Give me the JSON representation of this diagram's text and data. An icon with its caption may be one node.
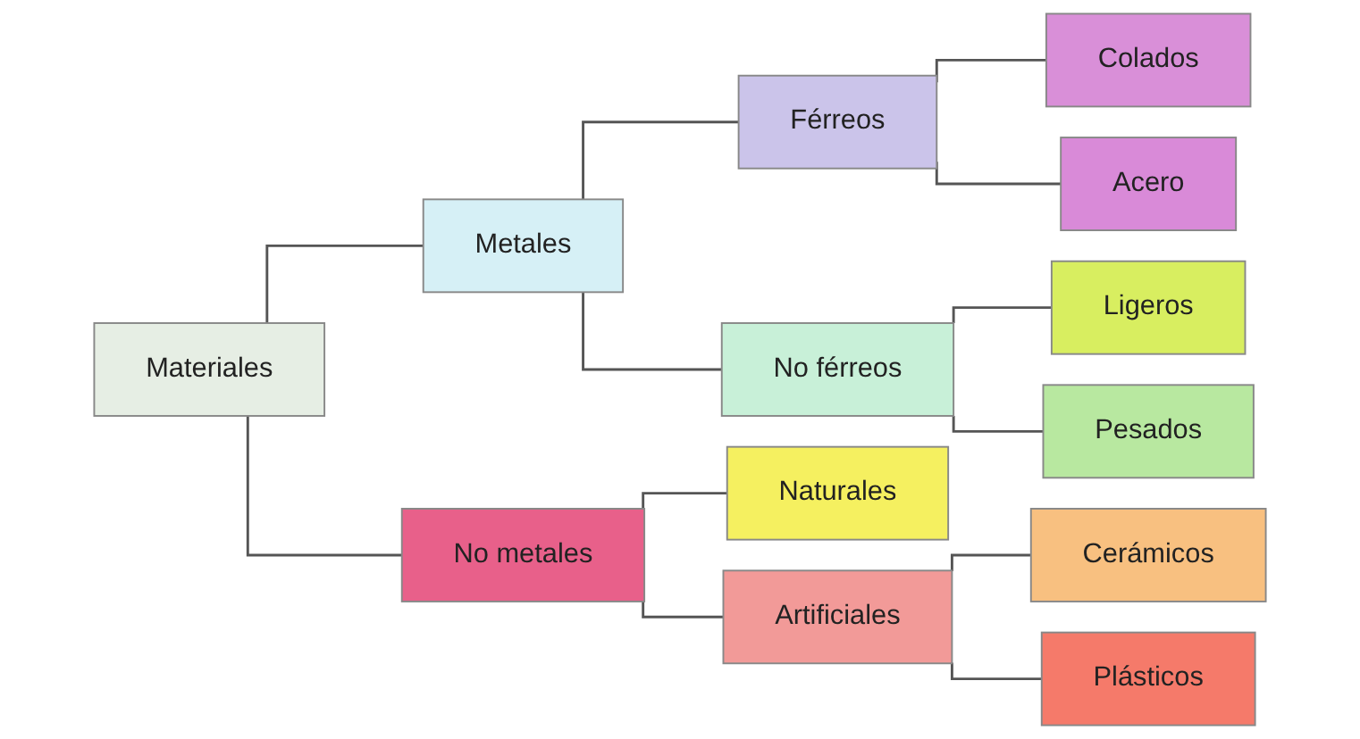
{
  "diagram": {
    "nodes": [
      {
        "text": [
          "Materiales"
        ]
      },
      {
        "text": [
          "Metales"
        ]
      },
      {
        "text": [
          "Férreos"
        ]
      },
      {
        "text": [
          "Colados"
        ]
      },
      {
        "text": [
          "Acero"
        ]
      },
      {
        "text": [
          "No férreos"
        ]
      },
      {
        "text": [
          "Ligeros"
        ]
      },
      {
        "text": [
          "Pesados"
        ]
      },
      {
        "text": [
          "No metales"
        ]
      },
      {
        "text": [
          "Naturales"
        ]
      },
      {
        "text": [
          "Artificiales"
        ]
      },
      {
        "text": [
          "Cerámicos"
        ]
      },
      {
        "text": [
          "Plásticos"
        ]
      }
    ],
    "edges": [
      {
        "from": 0,
        "to": 1,
        "arrow": "none"
      },
      {
        "from": 0,
        "to": 8,
        "arrow": "none"
      },
      {
        "from": 1,
        "to": 2,
        "arrow": "none"
      },
      {
        "from": 1,
        "to": 5,
        "arrow": "none"
      },
      {
        "from": 2,
        "to": 3,
        "arrow": "none"
      },
      {
        "from": 2,
        "to": 4,
        "arrow": "none"
      },
      {
        "from": 5,
        "to": 6,
        "arrow": "none"
      },
      {
        "from": 5,
        "to": 7,
        "arrow": "none"
      },
      {
        "from": 8,
        "to": 9,
        "arrow": "none"
      },
      {
        "from": 8,
        "to": 10,
        "arrow": "none"
      },
      {
        "from": 10,
        "to": 11,
        "arrow": "none"
      },
      {
        "from": 10,
        "to": 12,
        "arrow": "none"
      }
    ]
  }
}
